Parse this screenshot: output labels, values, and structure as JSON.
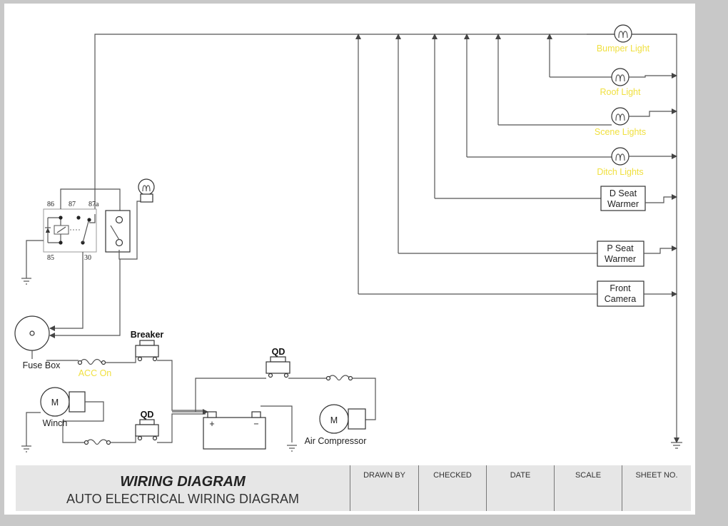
{
  "title_block": {
    "title": "WIRING DIAGRAM",
    "subtitle": "AUTO ELECTRICAL WIRING DIAGRAM",
    "fields": [
      "DRAWN BY",
      "CHECKED",
      "DATE",
      "SCALE",
      "SHEET NO."
    ]
  },
  "lamps": {
    "bumper": "Bumper Light",
    "roof": "Roof Light",
    "scene": "Scene Lights",
    "ditch": "Ditch Lights"
  },
  "boxes": {
    "d_seat": [
      "D Seat",
      "Warmer"
    ],
    "p_seat": [
      "P Seat",
      "Warmer"
    ],
    "front_camera": [
      "Front",
      "Camera"
    ]
  },
  "relay_pins": {
    "p86": "86",
    "p87": "87",
    "p87a": "87a",
    "p85": "85",
    "p30": "30"
  },
  "components": {
    "fuse_box": "Fuse Box",
    "acc_on": "ACC On",
    "breaker": "Breaker",
    "qd_top": "QD",
    "qd_bottom": "QD",
    "winch": "Winch",
    "winch_motor": "M",
    "air_compressor": "Air Compressor",
    "compressor_motor": "M",
    "battery_plus": "+",
    "battery_minus": "−"
  },
  "colors": {
    "label_yellow": "#f0e040",
    "wire": "#555555",
    "background": "#c8c8c8",
    "title_block": "#e6e6e6"
  }
}
